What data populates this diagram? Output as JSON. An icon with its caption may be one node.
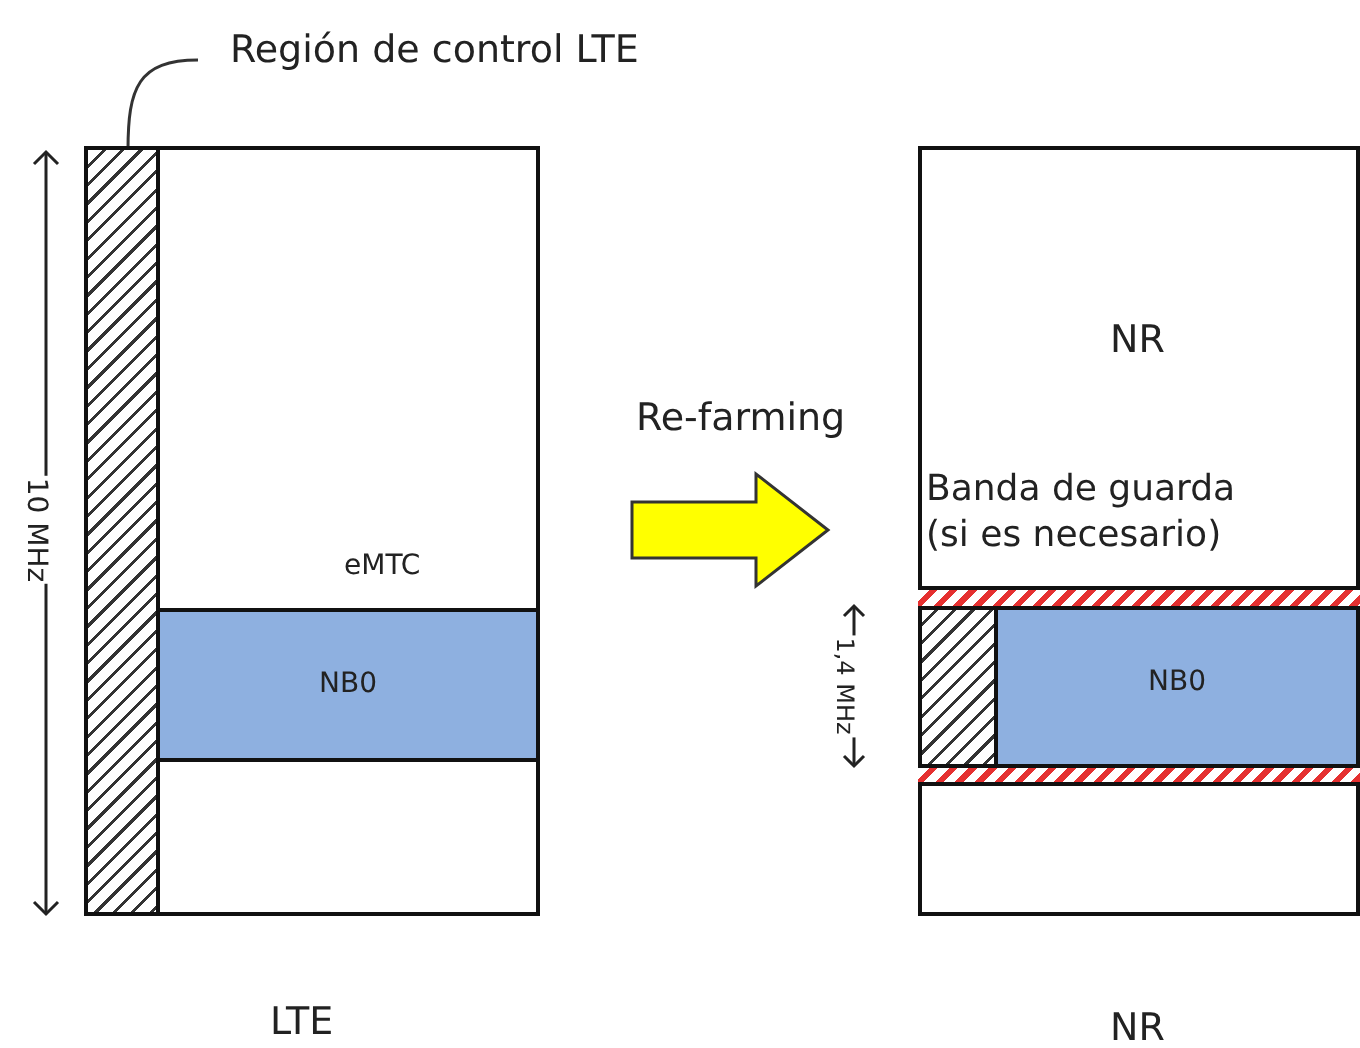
{
  "diagram": {
    "nodes": [
      {
        "text": [
          "eMTC"
        ],
        "beside": [
          "LTE"
        ]
      },
      {
        "text": [],
        "shape": "bar",
        "in": 0
      },
      {
        "text": [
          "Región de control LTE"
        ]
      },
      {
        "text": [
          "NB0"
        ],
        "in": 0
      },
      {
        "text": [
          "NR"
        ],
        "beside": [
          "NR"
        ]
      },
      {
        "text": [],
        "shape": "bar",
        "in": 4
      },
      {
        "text": [
          "NB0"
        ],
        "in": 4
      },
      {
        "text": [],
        "shape": "bar",
        "in": 4
      },
      {
        "text": [],
        "shape": "bar",
        "in": 4
      }
    ],
    "edges": [
      {
        "from": 2,
        "to": 1,
        "arrow": "none"
      },
      {
        "from": 0,
        "to": 4,
        "arrow": "to",
        "label": "Re-farming",
        "style": "thick",
        "color": "#ffff00"
      }
    ],
    "labels": [
      "Banda de guarda (si es necesario)",
      "10 MHz",
      "1,4 MHz"
    ]
  }
}
